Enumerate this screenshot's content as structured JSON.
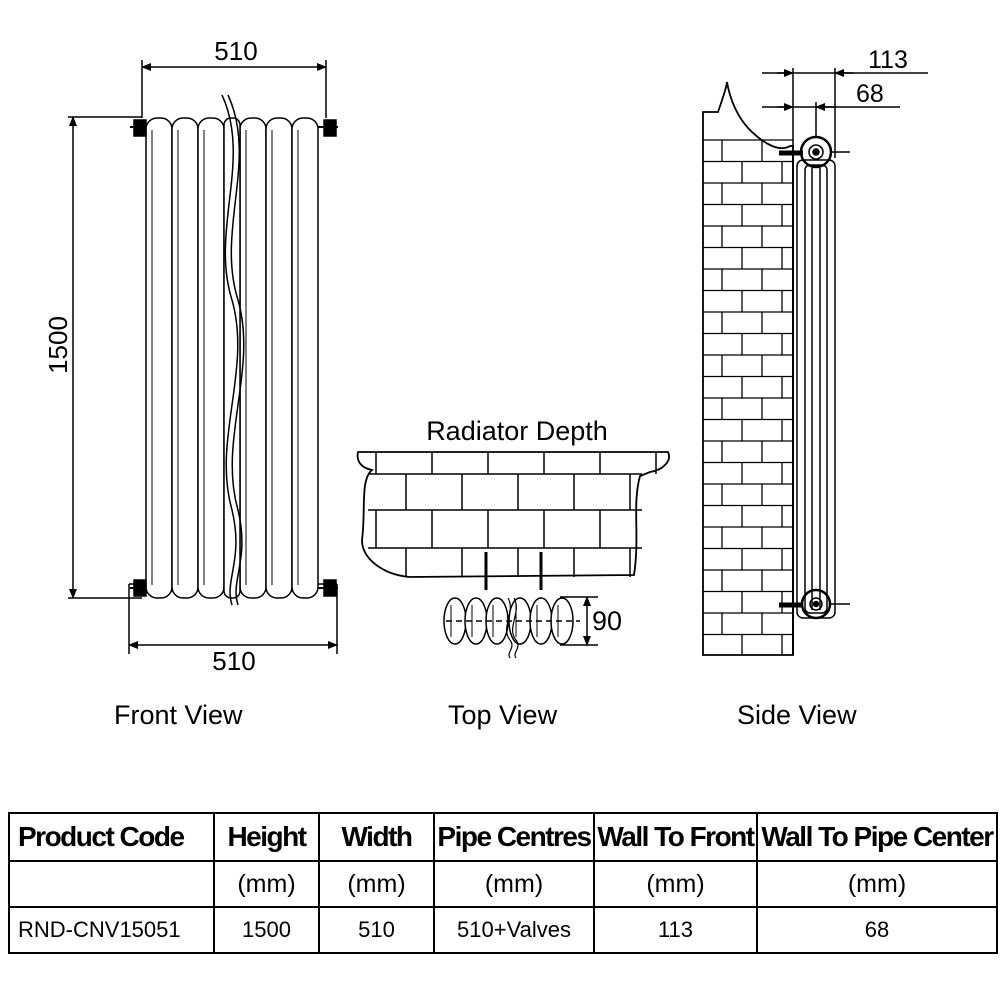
{
  "dimensions": {
    "front_top_width": "510",
    "front_height": "1500",
    "front_bottom_width": "510",
    "top_depth": "90",
    "side_wall_to_front": "113",
    "side_wall_to_pipe": "68"
  },
  "top_view_title": "Radiator Depth",
  "views": {
    "front": "Front View",
    "top": "Top View",
    "side": "Side View"
  },
  "table": {
    "headers": [
      "Product Code",
      "Height",
      "Width",
      "Pipe Centres",
      "Wall To Front",
      "Wall To Pipe Center"
    ],
    "units": [
      "",
      "(mm)",
      "(mm)",
      "(mm)",
      "(mm)",
      "(mm)"
    ],
    "rows": [
      [
        "RND-CNV15051",
        "1500",
        "510",
        "510+Valves",
        "113",
        "68"
      ]
    ]
  }
}
